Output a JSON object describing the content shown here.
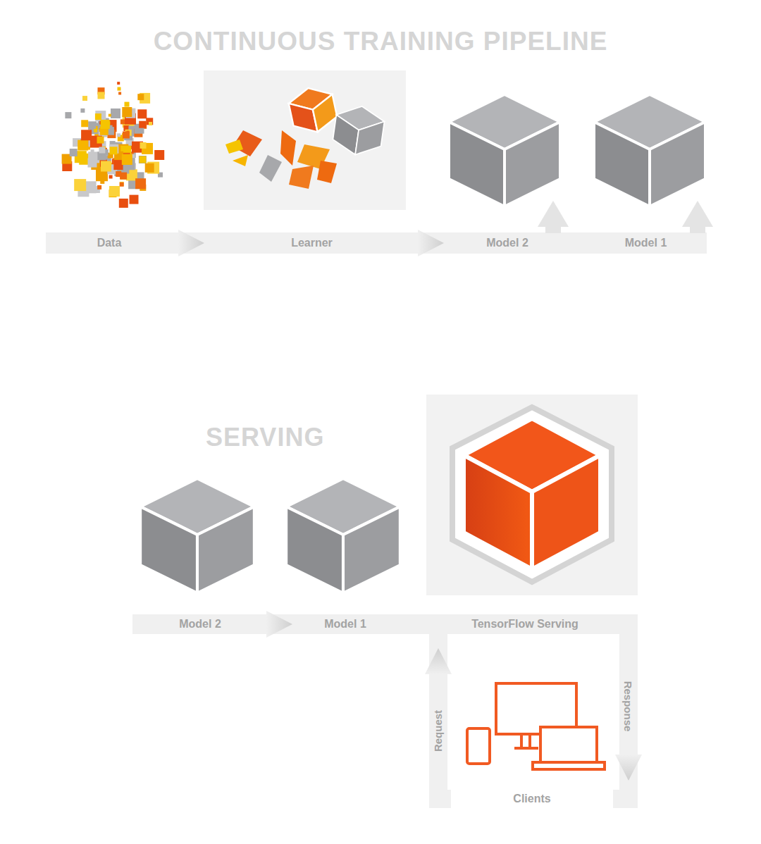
{
  "diagram": {
    "title": "CONTINUOUS TRAINING PIPELINE",
    "nodes": [
      {
        "text": [
          "Data"
        ]
      },
      {
        "text": [
          "Learner"
        ]
      },
      {
        "text": [
          "Model 2"
        ]
      },
      {
        "text": [
          "Model 1"
        ]
      },
      {
        "text": [
          "Model 2"
        ]
      },
      {
        "text": [
          "Model 1"
        ]
      },
      {
        "text": [
          "TensorFlow Serving"
        ]
      },
      {
        "text": [
          "Clients"
        ]
      }
    ],
    "edges": [
      {
        "from": 0,
        "to": 1,
        "arrow": "to"
      },
      {
        "from": 1,
        "to": 2,
        "arrow": "to"
      },
      {
        "from": 4,
        "to": 5,
        "arrow": "to"
      },
      {
        "from": 5,
        "to": 6,
        "arrow": "none"
      },
      {
        "from": 6,
        "to": 7,
        "label": "Response",
        "arrow": "to"
      },
      {
        "from": 7,
        "to": 6,
        "label": "Request",
        "arrow": "to"
      }
    ],
    "labels": [
      "SERVING"
    ]
  }
}
